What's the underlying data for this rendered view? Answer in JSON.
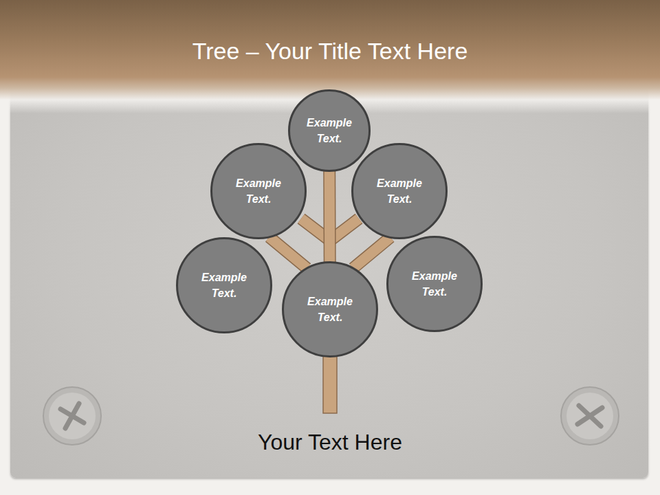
{
  "diagram": {
    "title": "Tree – Your Title Text Here",
    "caption": "Your Text Here",
    "nodes": [
      {
        "text": [
          "Example Text."
        ]
      },
      {
        "text": [
          "Example Text."
        ]
      },
      {
        "text": [
          "Example Text."
        ]
      },
      {
        "text": [
          "Example Text."
        ]
      },
      {
        "text": [
          "Example Text."
        ]
      },
      {
        "text": [
          "Example Text."
        ]
      }
    ],
    "edges": [
      {
        "from": 5,
        "to": 0,
        "arrow": "none"
      },
      {
        "from": 5,
        "to": 1,
        "arrow": "none"
      },
      {
        "from": 5,
        "to": 2,
        "arrow": "none"
      }
    ]
  }
}
